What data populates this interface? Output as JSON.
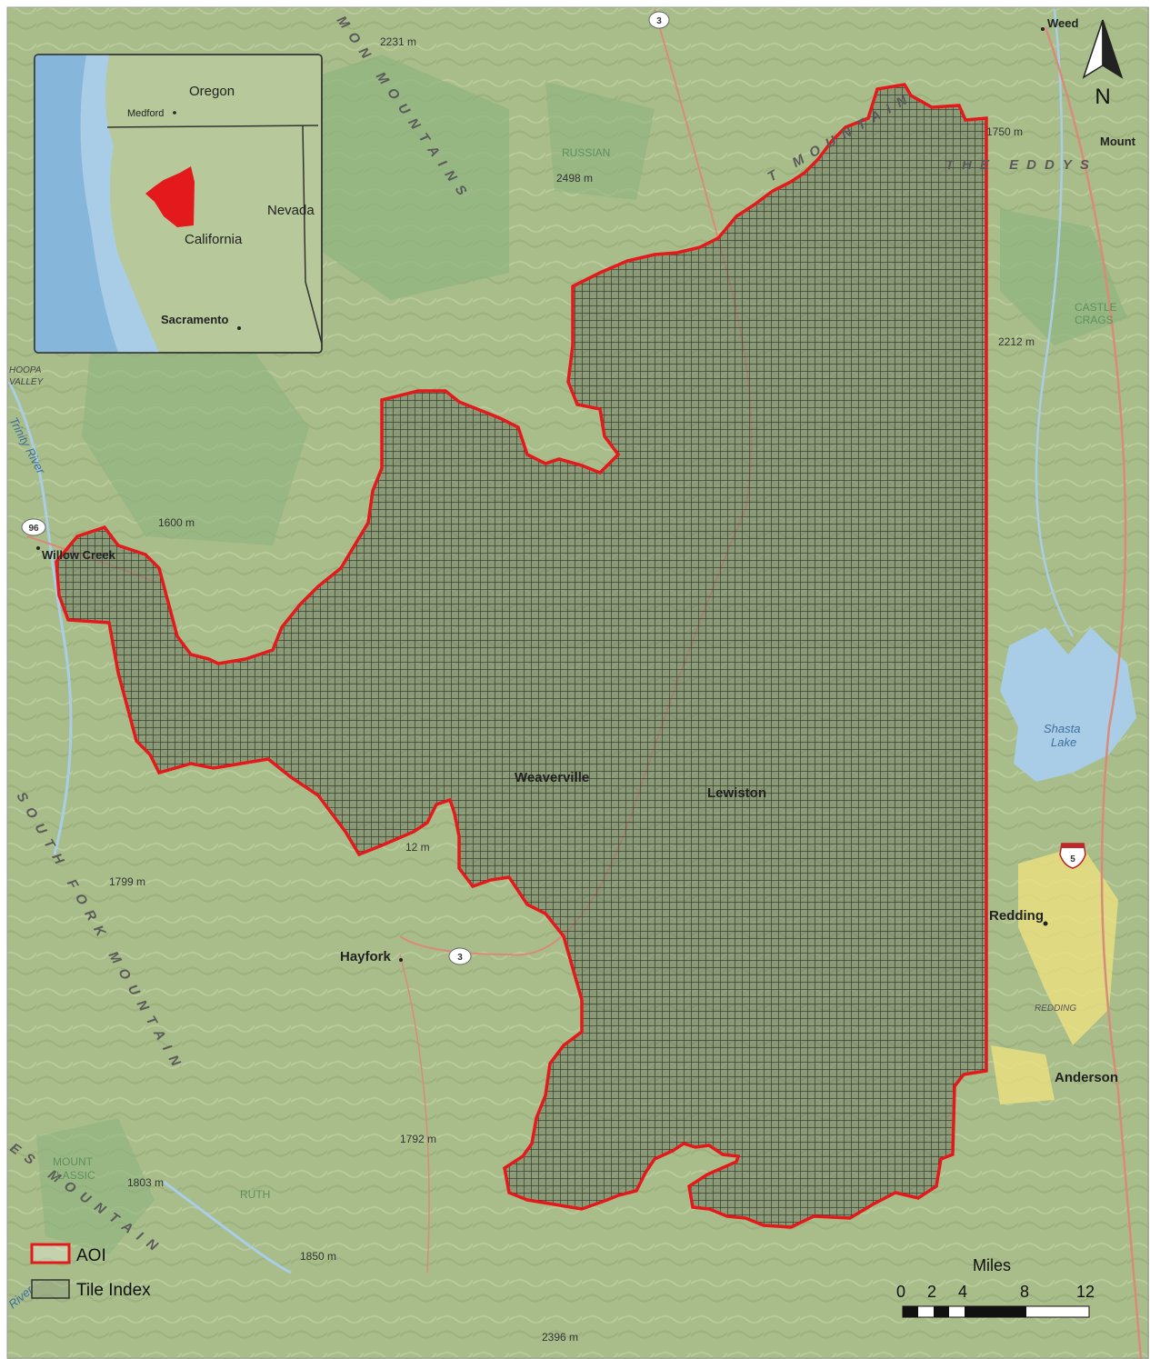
{
  "map": {
    "north_arrow_label": "N",
    "colors": {
      "aoi_outline": "#e3191c",
      "tile_grid": "#2d2d2d",
      "terrain": "#a9bd8a",
      "forest": "#8fb37f",
      "water": "#a9cde6",
      "urban": "#ece07e"
    },
    "places": {
      "weed": "Weed",
      "mount": "Mount",
      "willow_creek": "Willow Creek",
      "weaverville": "Weaverville",
      "lewiston": "Lewiston",
      "hayfork": "Hayfork",
      "redding": "Redding",
      "redding_area": "REDDING",
      "anderson": "Anderson",
      "hoopa": "HOOPA",
      "valley": "VALLEY"
    },
    "water": {
      "shasta_lake": "Shasta",
      "shasta_lake2": "Lake",
      "trinity_river": "Trinity River",
      "river": "River"
    },
    "ranges": {
      "salmon": "MON MOUNTAINS",
      "south_fork": "SOUTH FORK MOUNTAIN",
      "trinity_mtns": "T MOUNTAIN",
      "eddys": "THE EDDYS",
      "yolla": "ES MOUNTAIN"
    },
    "parks": {
      "russian": "RUSSIAN",
      "castle": "CASTLE",
      "crags": "CRAGS",
      "mount_lassic": "MOUNT",
      "lassic": "LASSIC",
      "ruth": "RUTH"
    },
    "elevations": {
      "e1": "2231 m",
      "e2": "2498 m",
      "e3": "1750 m",
      "e4": "2212 m",
      "e5": "1600 m",
      "e6": "1799 m",
      "e7": "1792 m",
      "e8": "1803 m",
      "e9": "1850 m",
      "e10": "2396 m",
      "e11": "12 m"
    },
    "roads": {
      "r3": "3",
      "r3b": "3",
      "r96": "96",
      "i5": "5"
    }
  },
  "inset": {
    "oregon": "Oregon",
    "medford": "Medford",
    "nevada": "Nevada",
    "california": "California",
    "sacramento": "Sacramento"
  },
  "legend": {
    "aoi": "AOI",
    "tile_index": "Tile Index"
  },
  "scale_bar": {
    "unit": "Miles",
    "ticks": [
      "0",
      "2",
      "4",
      "8",
      "12"
    ]
  }
}
